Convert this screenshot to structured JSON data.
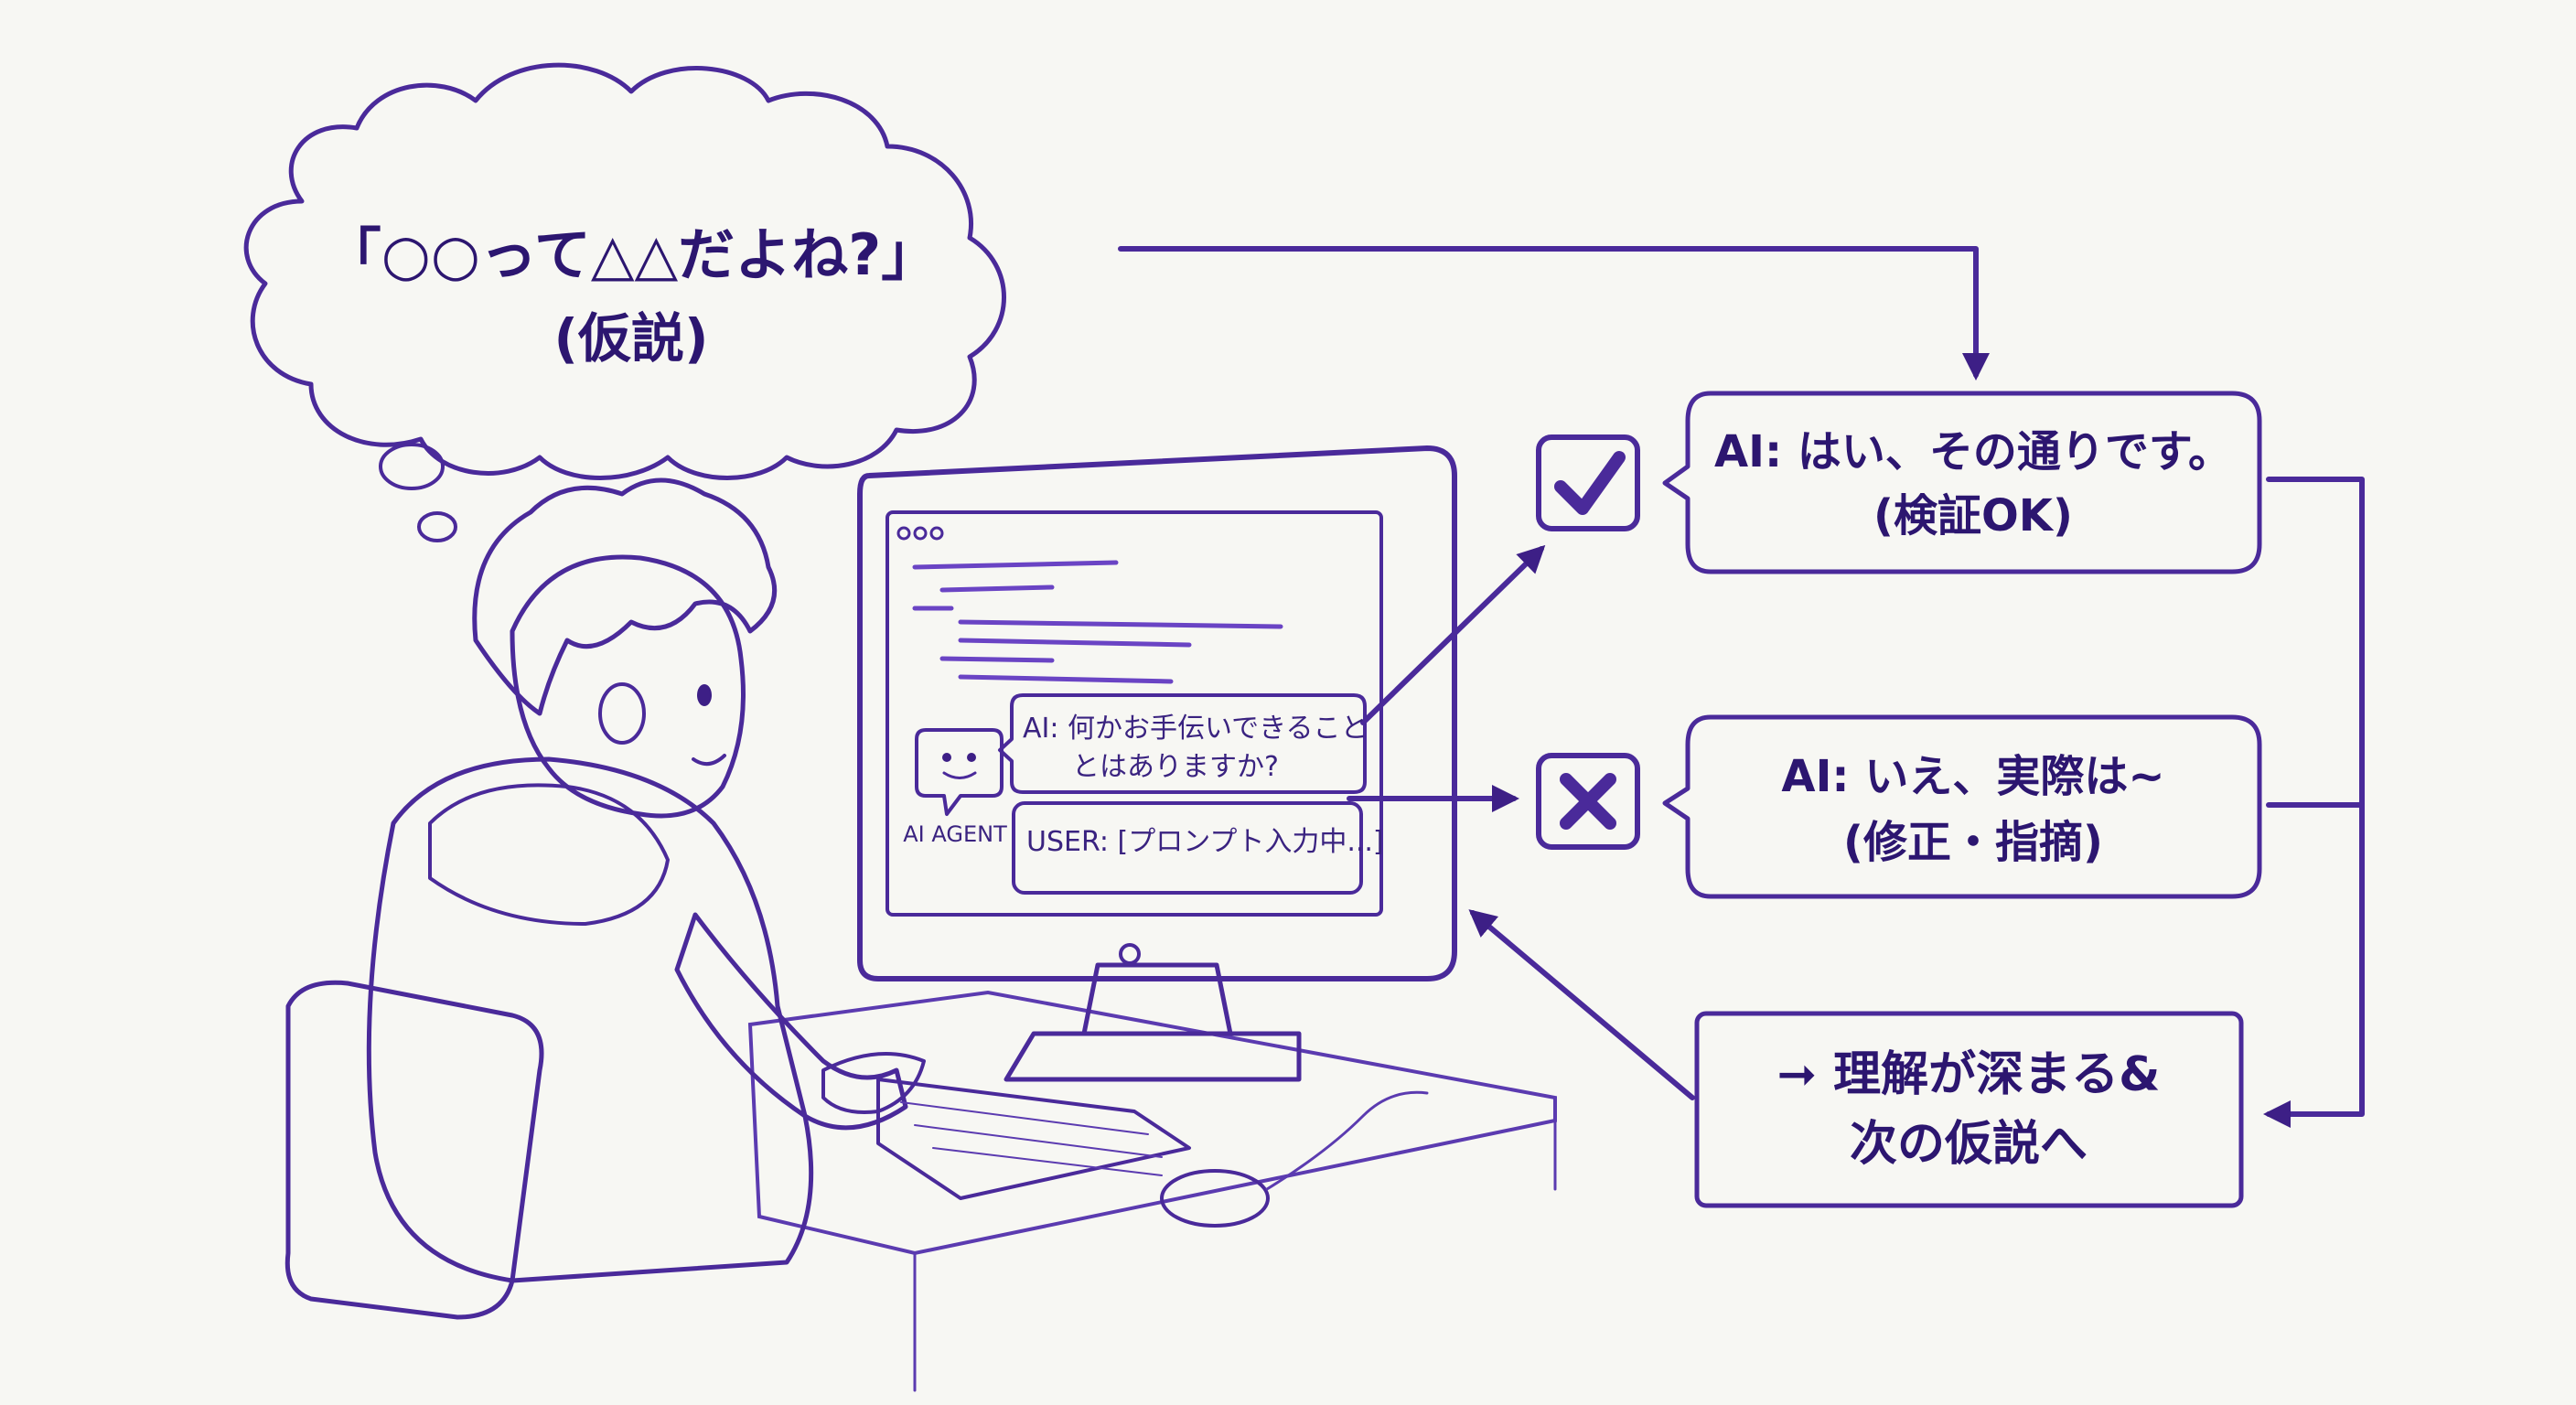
{
  "thought": {
    "line1": "「○○って△△だよね?」",
    "line2": "(仮説)"
  },
  "screen": {
    "agent_label": "AI AGENT",
    "ai_message_line1": "AI: 何かお手伝いできること",
    "ai_message_line2": "とはありますか?",
    "user_input": "USER: [プロンプト入力中...]"
  },
  "outcomes": {
    "ok": {
      "line1": "AI: はい、その通りです。",
      "line2": "(検証OK)",
      "icon": "check-icon"
    },
    "ng": {
      "line1": "AI: いえ、実際は~",
      "line2": "(修正・指摘)",
      "icon": "cross-icon"
    },
    "result": {
      "line1": "➞ 理解が深まる&",
      "line2": "次の仮説へ"
    }
  },
  "colors": {
    "ink": "#4a2a9a",
    "accent": "#7c4dd6",
    "background": "#f7f7f3"
  }
}
